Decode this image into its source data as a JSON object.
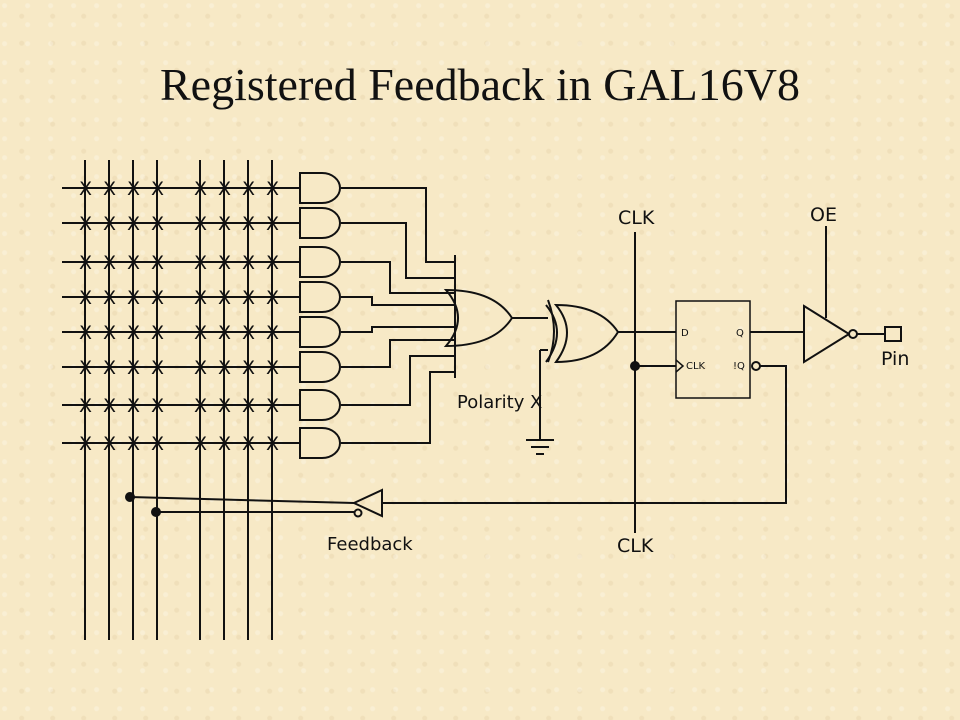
{
  "title": "Registered Feedback in GAL16V8",
  "fuse_mark": "X",
  "labels": {
    "clk_top": "CLK",
    "clk_bottom": "CLK",
    "oe": "OE",
    "pin": "Pin",
    "polarity": "Polarity",
    "polarity_fuse": "X",
    "feedback": "Feedback",
    "ff_d": "D",
    "ff_q": "Q",
    "ff_clk": "CLK",
    "ff_nq": "!Q"
  },
  "colors": {
    "background": "#f7e9c6",
    "ink": "#111111"
  }
}
